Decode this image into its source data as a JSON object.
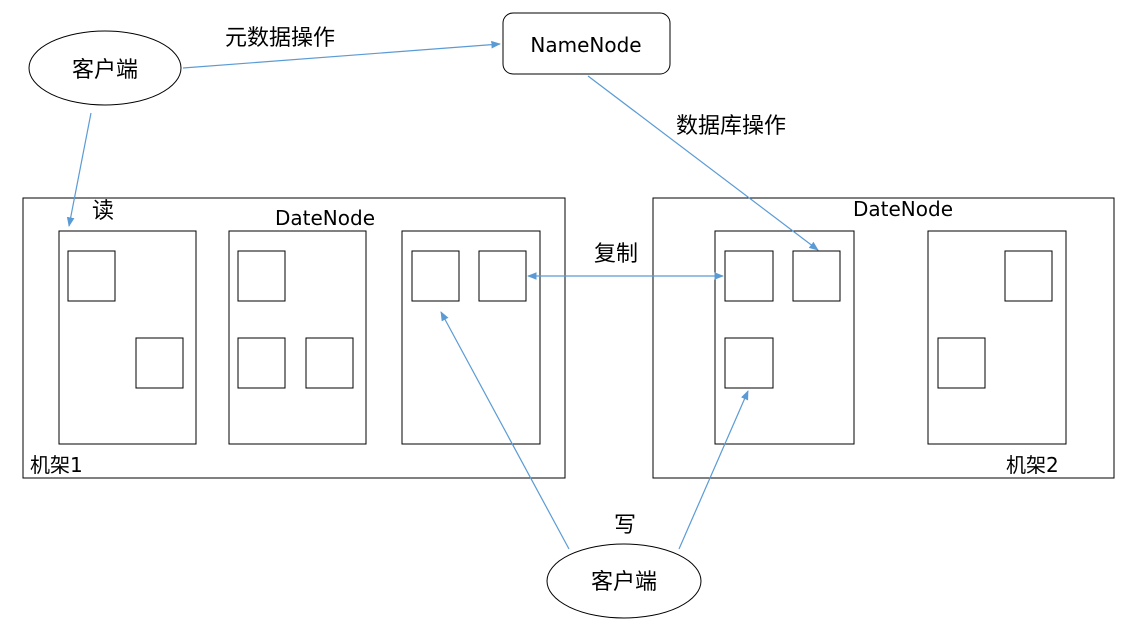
{
  "diagram": {
    "client_top": "客户端",
    "client_bottom": "客户端",
    "namenode": "NameNode",
    "edge_metadata": "元数据操作",
    "edge_database": "数据库操作",
    "edge_read": "读",
    "edge_write": "写",
    "edge_replicate": "复制",
    "rack1": {
      "datenode_label": "DateNode",
      "rack_label": "机架1"
    },
    "rack2": {
      "datenode_label": "DateNode",
      "rack_label": "机架2"
    },
    "colors": {
      "arrow": "#5b9bd5",
      "stroke": "#000000"
    }
  }
}
